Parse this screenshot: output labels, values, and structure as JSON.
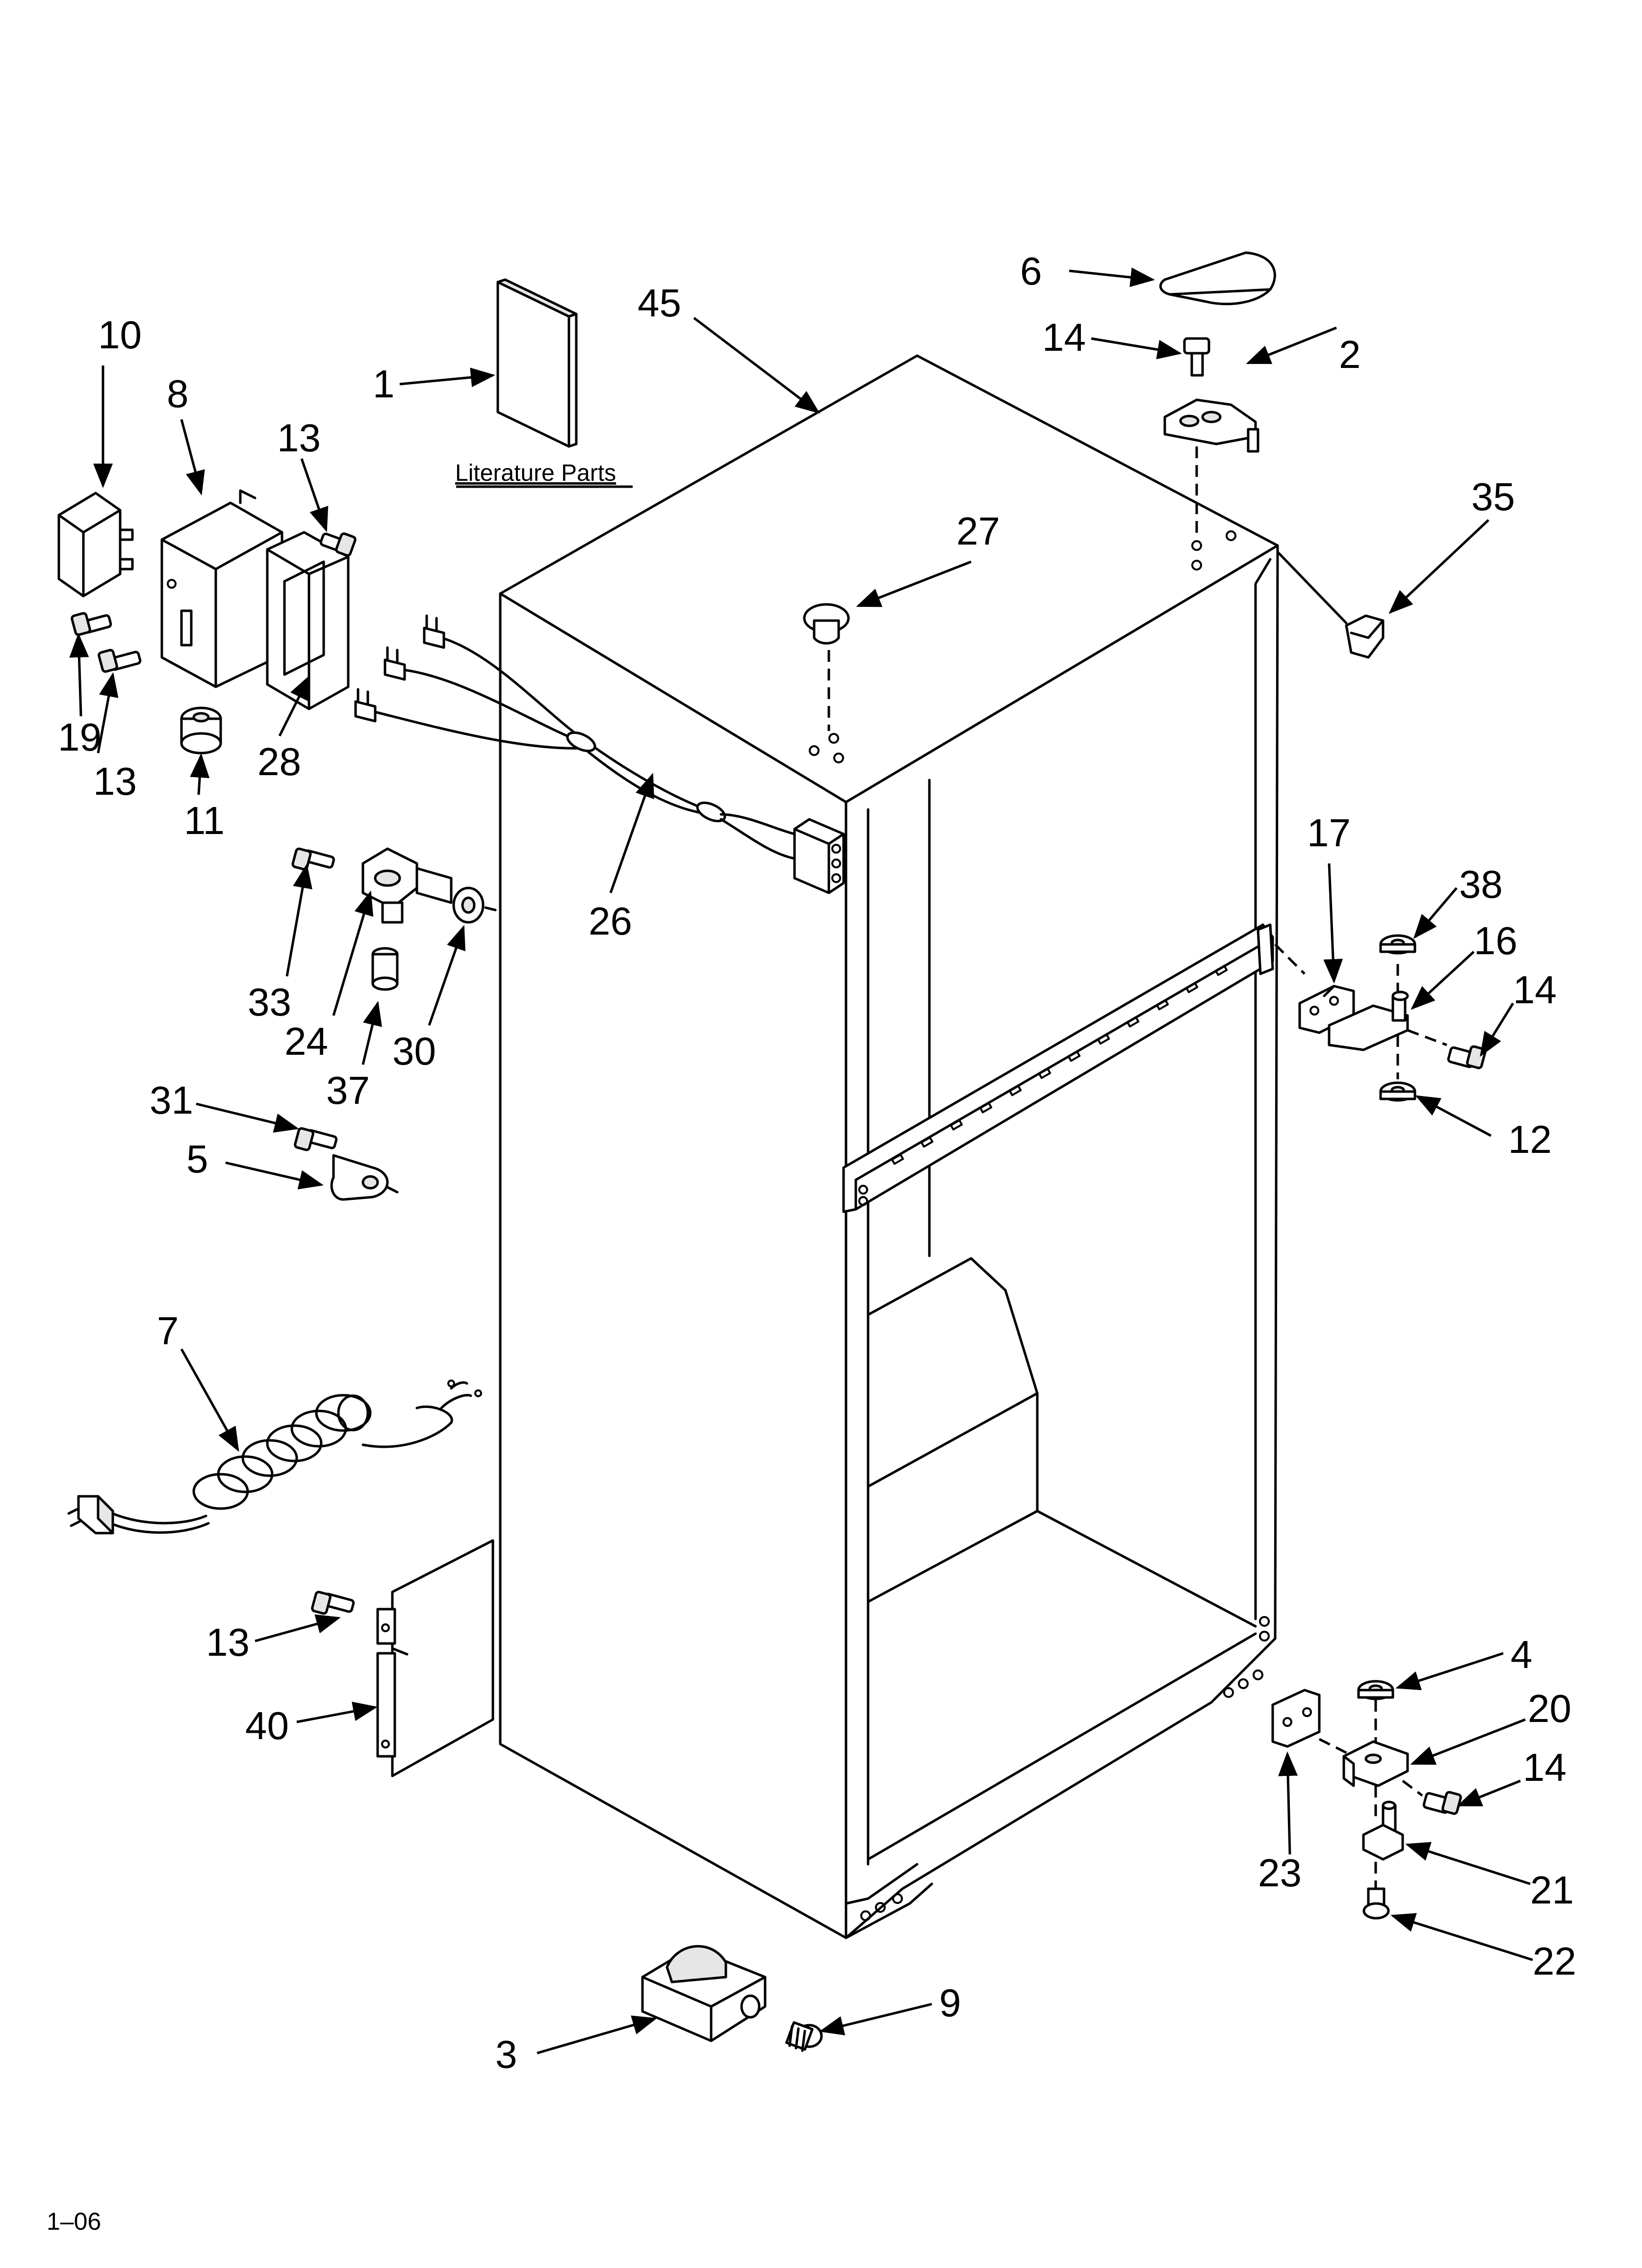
{
  "diagram": {
    "literature_caption": "Literature Parts",
    "footer_code": "1–06",
    "callouts": {
      "c1": "1",
      "c2": "2",
      "c3": "3",
      "c4": "4",
      "c5": "5",
      "c6": "6",
      "c7": "7",
      "c8": "8",
      "c9": "9",
      "c10": "10",
      "c11": "11",
      "c12": "12",
      "c13a": "13",
      "c13b": "13",
      "c13c": "13",
      "c14a": "14",
      "c14b": "14",
      "c14c": "14",
      "c16": "16",
      "c17": "17",
      "c19": "19",
      "c20": "20",
      "c21": "21",
      "c22": "22",
      "c23": "23",
      "c24": "24",
      "c26": "26",
      "c27": "27",
      "c28": "28",
      "c30": "30",
      "c31": "31",
      "c33": "33",
      "c35": "35",
      "c37": "37",
      "c38": "38",
      "c40": "40",
      "c45": "45"
    }
  }
}
